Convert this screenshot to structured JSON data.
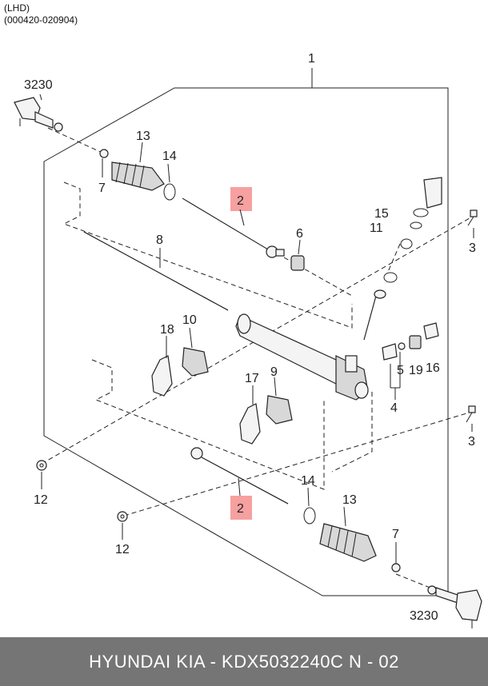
{
  "header": {
    "line1": "(LHD)",
    "line2": "(000420-020904)"
  },
  "callouts": {
    "c1": "1",
    "c2a": "2",
    "c2b": "2",
    "c3a": "3",
    "c3b": "3",
    "c3230a": "3230",
    "c3230b": "3230",
    "c4": "4",
    "c5": "5",
    "c6": "6",
    "c7a": "7",
    "c7b": "7",
    "c8": "8",
    "c9": "9",
    "c10": "10",
    "c11": "11",
    "c12a": "12",
    "c12b": "12",
    "c13a": "13",
    "c13b": "13",
    "c14a": "14",
    "c14b": "14",
    "c15": "15",
    "c16": "16",
    "c17": "17",
    "c18": "18",
    "c19": "19"
  },
  "highlight_color": "#f6a0a0",
  "footer": {
    "text": "HYUNDAI  KIA - KDX5032240C     N - 02"
  }
}
